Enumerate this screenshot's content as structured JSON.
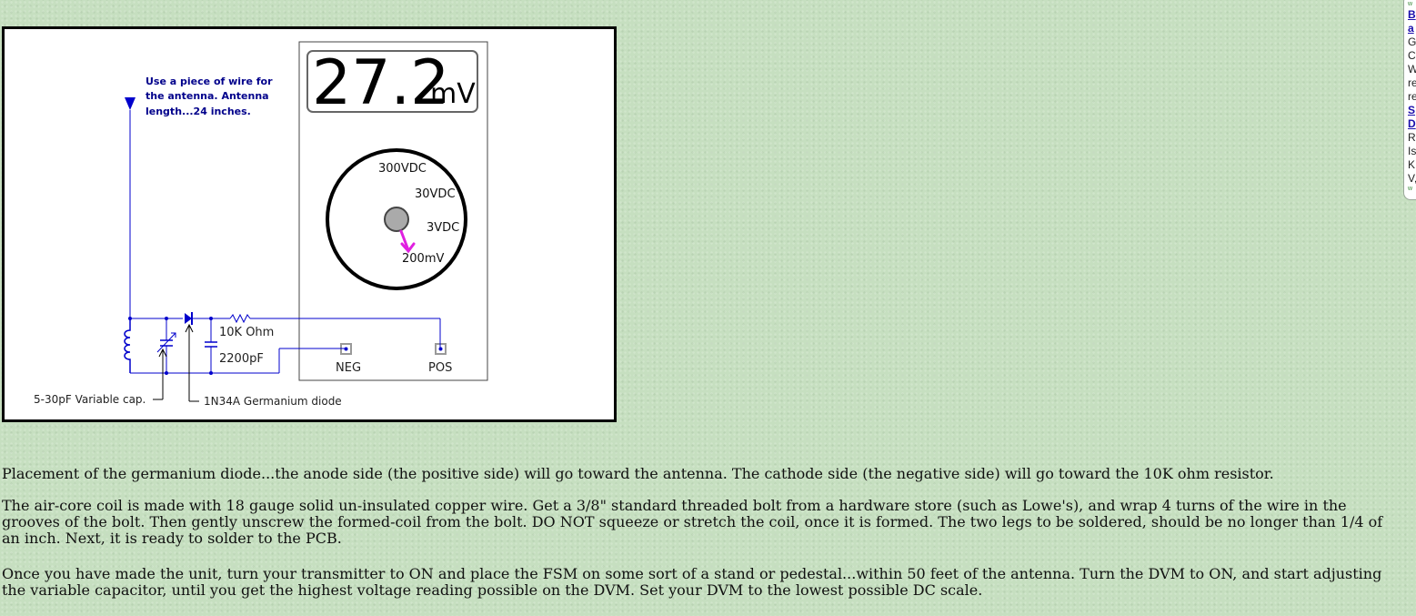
{
  "diagram": {
    "meter": {
      "display_value": "27.2",
      "display_unit": "mV",
      "dial_labels": [
        "300VDC",
        "30VDC",
        "3VDC",
        "200mV"
      ],
      "terminal_neg": "NEG",
      "terminal_pos": "POS"
    },
    "antenna_note_lines": [
      "Use a piece of wire for",
      "the antenna. Antenna",
      "length...24 inches."
    ],
    "components": {
      "resistor": "10K Ohm",
      "capacitor": "2200pF",
      "variable_cap": "5-30pF Variable cap.",
      "diode": "1N34A Germanium diode"
    },
    "colors": {
      "wire": "#0000cc",
      "pointer": "#e020e0",
      "note_text": "#00008b"
    }
  },
  "paragraphs": [
    "Placement of the germanium diode...the anode side (the positive side) will go toward the antenna. The cathode side (the negative side) will go toward the 10K ohm resistor.",
    "The air-core coil is made with 18 gauge solid un-insulated copper wire. Get a 3/8\" standard threaded bolt from a hardware store (such as Lowe's), and wrap 4 turns of the wire in the grooves of the bolt. Then gently unscrew the formed-coil from the bolt. DO NOT squeeze or stretch the coil, once it is formed. The two legs to be soldered, should be no longer than 1/4 of an inch. Next, it is ready to solder to the PCB.",
    "Once you have made the unit, turn your transmitter to ON and place the FSM on some sort of a stand or pedestal...within 50 feet of the antenna. Turn the DVM to ON, and start adjusting the variable capacitor, until you get the highest voltage reading possible on the DVM. Set your DVM to the lowest possible DC scale."
  ],
  "sidebar": {
    "top_mark": "w",
    "link1": [
      "B",
      "a"
    ],
    "text1": [
      "G",
      "C",
      "W",
      "re",
      "re"
    ],
    "link2": [
      "S",
      "D"
    ],
    "text2": [
      "R",
      "Is",
      "K",
      "V,"
    ],
    "bottom_mark": "w"
  }
}
